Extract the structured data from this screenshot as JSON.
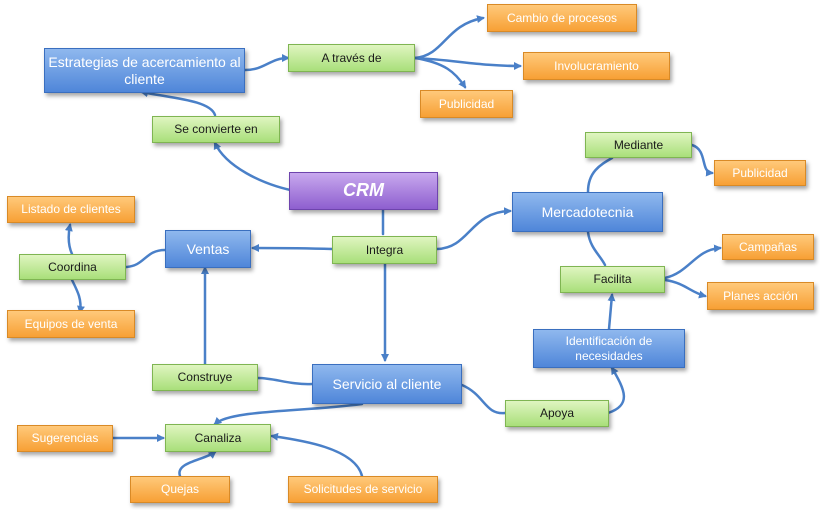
{
  "nodes": {
    "crm": "CRM",
    "estrategias": "Estrategias de acercamiento al cliente",
    "a_traves_de": "A través de",
    "cambio_procesos": "Cambio de procesos",
    "involucramiento": "Involucramiento",
    "publicidad_top": "Publicidad",
    "se_convierte_en": "Se convierte en",
    "mediante": "Mediante",
    "publicidad_right": "Publicidad",
    "mercadotecnia": "Mercadotecnia",
    "integra": "Integra",
    "ventas": "Ventas",
    "listado_clientes": "Listado de clientes",
    "coordina": "Coordina",
    "equipos_venta": "Equipos de venta",
    "campanas": "Campañas",
    "facilita": "Facilita",
    "planes_accion": "Planes acción",
    "identificacion": "Identificación de necesidades",
    "construye": "Construye",
    "servicio_cliente": "Servicio al cliente",
    "apoya": "Apoya",
    "sugerencias": "Sugerencias",
    "canaliza": "Canaliza",
    "quejas": "Quejas",
    "solicitudes": "Solicitudes de servicio"
  },
  "colors": {
    "connector": "#4a80c8",
    "concept_blue": "#4f86d9",
    "linker_green": "#a9df7a",
    "leaf_orange": "#f7a035",
    "center_purple": "#8e5fcf"
  }
}
